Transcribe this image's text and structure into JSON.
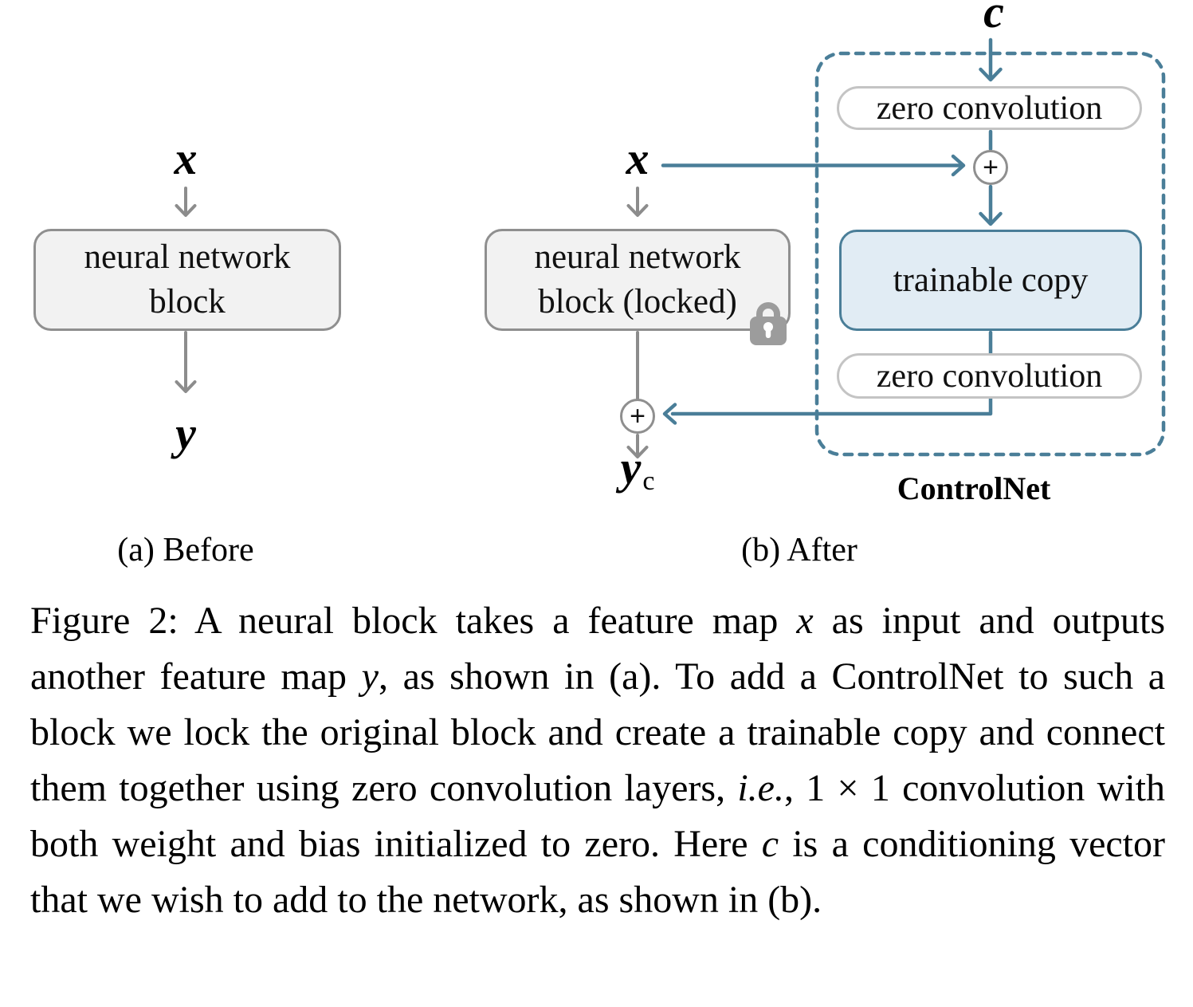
{
  "figure": {
    "panel_a": {
      "input_label": "x",
      "block_line1": "neural network",
      "block_line2": "block",
      "output_label": "y",
      "caption": "(a) Before"
    },
    "panel_b": {
      "input_label": "x",
      "condition_label": "c",
      "block_line1": "neural network",
      "block_line2": "block (locked)",
      "zero_conv_top": "zero convolution",
      "trainable_copy_label": "trainable copy",
      "zero_conv_bottom": "zero convolution",
      "plus_top": "+",
      "plus_bottom": "+",
      "output_label": "y",
      "output_subscript": "c",
      "controlnet_label": "ControlNet",
      "caption": "(b) After"
    },
    "caption": {
      "seg1": "Figure 2: A neural block takes a feature map ",
      "seg2": "x",
      "seg3": " as input and outputs another feature map ",
      "seg4": "y",
      "seg5": ", as shown in (a). To add a ControlNet to such a block we lock the original block and create a trainable copy and connect them together using zero convolution layers, ",
      "seg6": "i.e.",
      "seg7": ", 1 × 1 convolution with both weight and bias initialized to zero. Here ",
      "seg8": "c",
      "seg9": " is a conditioning vector that we wish to add to the network, as shown in (b)."
    },
    "colors": {
      "accent_blue": "#4a7e98",
      "trainable_fill": "#e1ecf4",
      "block_fill": "#f2f2f2",
      "block_border": "#8f8f8f",
      "pill_border": "#c4c4c4",
      "arrow_gray": "#8c8c8c",
      "lock_gray": "#9c9c9c"
    }
  }
}
